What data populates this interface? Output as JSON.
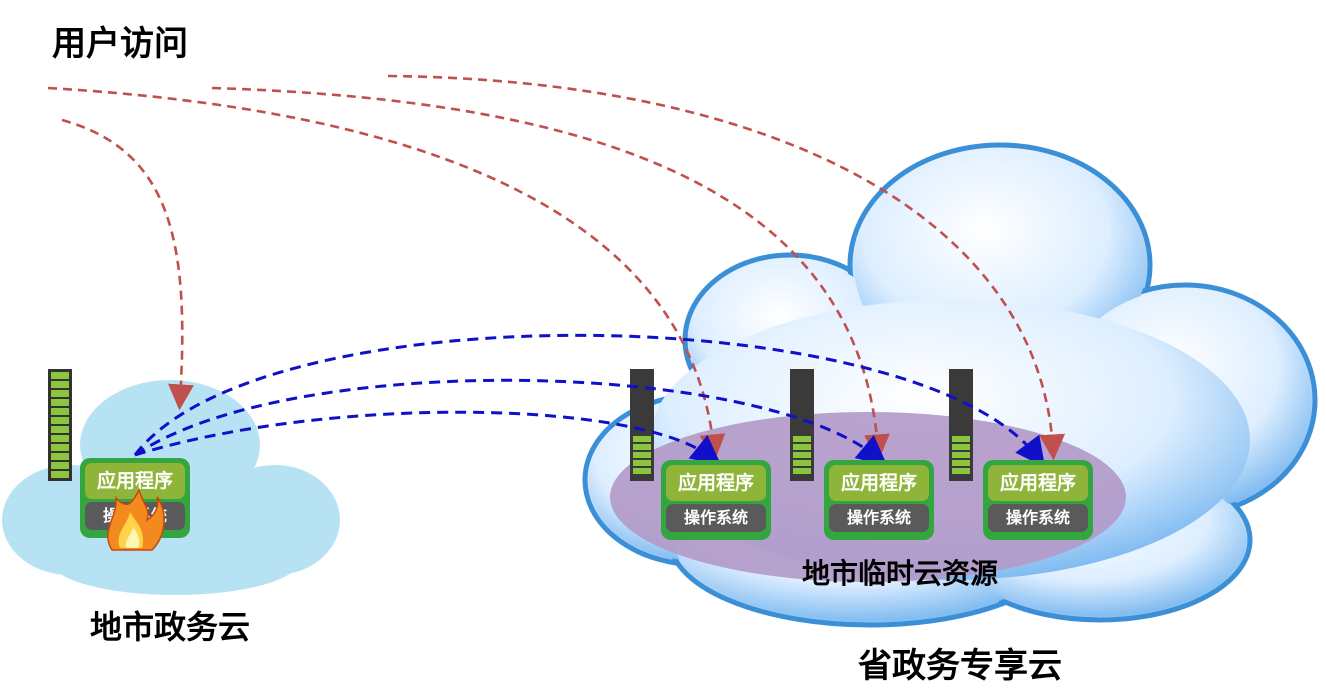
{
  "labels": {
    "title": "用户访问",
    "city_cloud": "地市政务云",
    "temp_resource": "地市临时云资源",
    "province_cloud": "省政务专享云"
  },
  "vm": {
    "app_label": "应用程序",
    "os_label": "操作系统"
  },
  "colors": {
    "user_access_arrows": "#c0504d",
    "migration_arrows": "#1010c8",
    "small_cloud": "#b7e2f3",
    "big_cloud_edge": "#3b8fd6",
    "resource_pool": "#b39ac9",
    "vm_frame": "#34a640",
    "vm_app": "#8fb43a",
    "vm_os": "#5a5a5a",
    "gauge_fill": "#8cc63f"
  },
  "icons": [
    "fire-icon",
    "server-load-gauge"
  ]
}
